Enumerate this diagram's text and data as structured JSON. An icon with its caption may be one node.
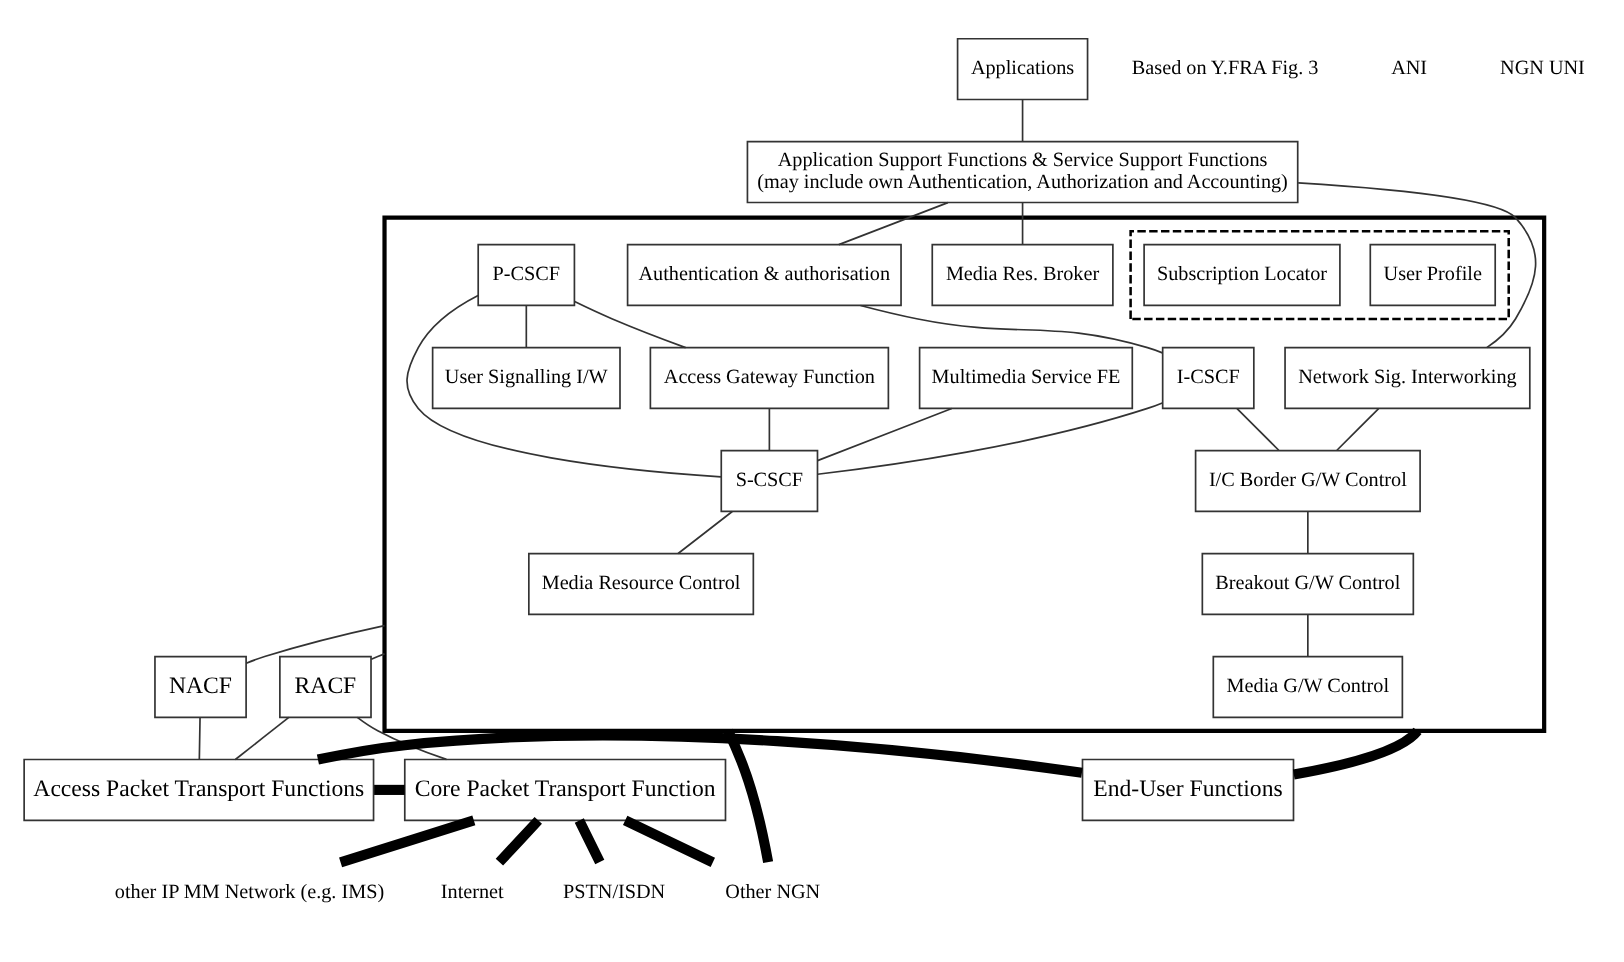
{
  "diagram": {
    "nodes": [
      {
        "text": [
          "Applications"
        ]
      },
      {
        "text": [
          "Application Support Functions & Service Support Functions",
          "(may include own Authentication, Authorization and Accounting)"
        ]
      },
      {
        "text": [],
        "shape": "box"
      },
      {
        "text": [],
        "shape": "box",
        "in": 2
      },
      {
        "text": [
          "User Profile"
        ],
        "in": 3
      },
      {
        "text": [
          "Subscription Locator"
        ],
        "in": 3
      },
      {
        "text": [
          "Media Res. Broker"
        ],
        "in": 2
      },
      {
        "text": [
          "Authentication & authorisation"
        ],
        "in": 2
      },
      {
        "text": [
          "Network Sig. Interworking"
        ],
        "in": 2
      },
      {
        "text": [
          "I-CSCF"
        ],
        "in": 2
      },
      {
        "text": [
          "Multimedia Service FE"
        ],
        "in": 2
      },
      {
        "text": [
          "I/C Border G/W Control"
        ],
        "in": 2
      },
      {
        "text": [
          "P-CSCF"
        ],
        "in": 2
      },
      {
        "text": [
          "Breakout G/W Control"
        ],
        "in": 2
      },
      {
        "text": [
          "S-CSCF"
        ],
        "in": 2
      },
      {
        "text": [
          "User Signalling I/W"
        ],
        "in": 2
      },
      {
        "text": [
          "Access Gateway Function"
        ],
        "in": 2
      },
      {
        "text": [
          "Media G/W Control"
        ],
        "in": 2
      },
      {
        "text": [
          "Media Resource Control"
        ],
        "in": 2
      },
      {
        "text": [
          "NACF"
        ]
      },
      {
        "text": [
          "RACF"
        ]
      },
      {
        "text": [
          "End-User Functions"
        ]
      },
      {
        "text": [
          "Access Packet Transport Functions"
        ]
      },
      {
        "text": [
          "Core Packet Transport Function"
        ]
      },
      {
        "text": [
          "Other NGN"
        ]
      },
      {
        "text": [
          "other IP MM Network (e.g. IMS)"
        ]
      },
      {
        "text": [
          "Internet"
        ]
      },
      {
        "text": [
          "PSTN/ISDN"
        ]
      }
    ],
    "edges": [
      {
        "from": 0,
        "to": 1,
        "arrow": "none"
      },
      {
        "from": 1,
        "to": 6,
        "arrow": "none"
      },
      {
        "from": 1,
        "to": 7,
        "arrow": "none"
      },
      {
        "from": 1,
        "to": 8,
        "arrow": "none"
      },
      {
        "from": 7,
        "to": 9,
        "arrow": "none"
      },
      {
        "from": 9,
        "to": 11,
        "arrow": "none"
      },
      {
        "from": 8,
        "to": 11,
        "arrow": "none"
      },
      {
        "from": 9,
        "to": 14,
        "arrow": "none"
      },
      {
        "from": 10,
        "to": 14,
        "arrow": "none"
      },
      {
        "from": 12,
        "to": 14,
        "arrow": "none"
      },
      {
        "from": 12,
        "to": 15,
        "arrow": "none"
      },
      {
        "from": 12,
        "to": 16,
        "arrow": "none"
      },
      {
        "from": 16,
        "to": 14,
        "arrow": "none"
      },
      {
        "from": 14,
        "to": 18,
        "arrow": "none"
      },
      {
        "from": 11,
        "to": 13,
        "arrow": "none"
      },
      {
        "from": 13,
        "to": 17,
        "arrow": "none"
      },
      {
        "from": 2,
        "to": 19,
        "arrow": "none"
      },
      {
        "from": 2,
        "to": 20,
        "arrow": "none"
      },
      {
        "from": 19,
        "to": 22,
        "arrow": "none"
      },
      {
        "from": 20,
        "to": 22,
        "arrow": "none"
      },
      {
        "from": 20,
        "to": 23,
        "arrow": "none"
      },
      {
        "from": 21,
        "to": 2,
        "arrow": "none",
        "style": "thick"
      },
      {
        "from": 21,
        "to": 22,
        "arrow": "none",
        "style": "thick"
      },
      {
        "from": 22,
        "to": 23,
        "arrow": "none",
        "style": "thick"
      },
      {
        "from": 2,
        "to": 24,
        "arrow": "none",
        "style": "thick"
      },
      {
        "from": 23,
        "to": 24,
        "arrow": "none",
        "style": "thick"
      },
      {
        "from": 23,
        "to": 25,
        "arrow": "none",
        "style": "thick"
      },
      {
        "from": 23,
        "to": 26,
        "arrow": "none",
        "style": "thick"
      },
      {
        "from": 23,
        "to": 27,
        "arrow": "none",
        "style": "thick"
      }
    ],
    "labels": [
      "Based on Y.FRA Fig. 3",
      "ANI",
      "NGN UNI"
    ]
  }
}
